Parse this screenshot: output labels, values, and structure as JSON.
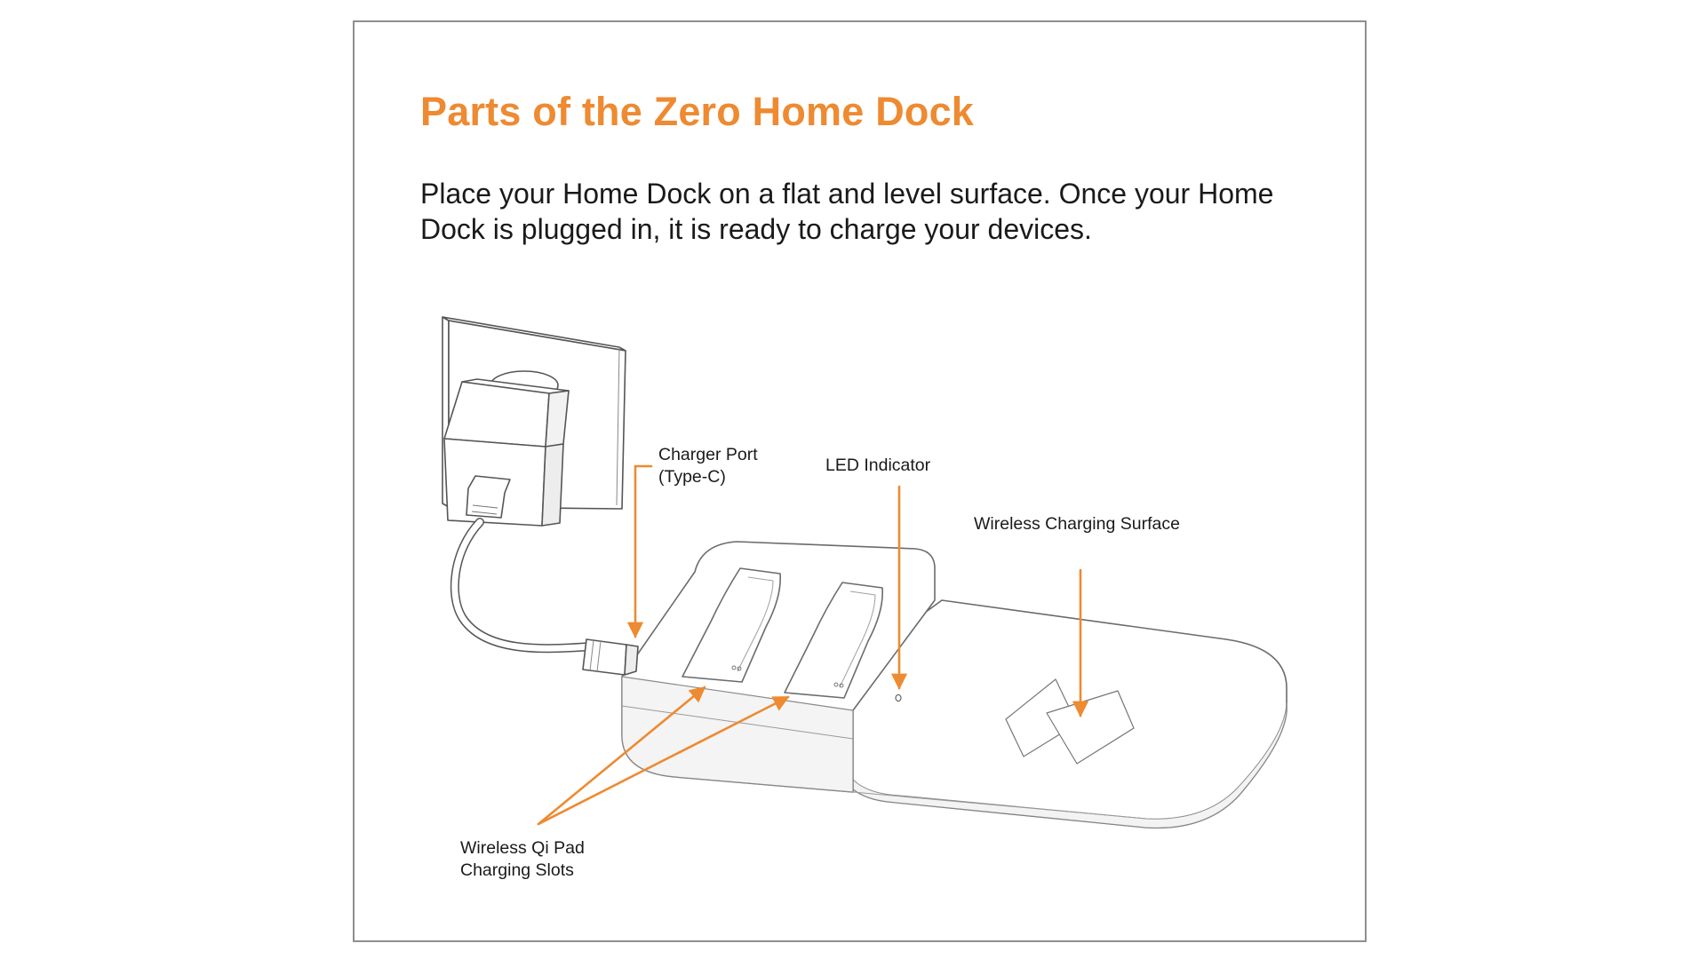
{
  "title": "Parts of the Zero Home Dock",
  "intro": {
    "line1": "Place your Home Dock on a flat and level surface.  Once your Home",
    "line2": "Dock is plugged in, it is ready to charge your devices."
  },
  "labels": {
    "charger_port": {
      "line1": "Charger Port",
      "line2": "(Type-C)"
    },
    "led_indicator": "LED Indicator",
    "wireless_surface": "Wireless Charging Surface",
    "qi_slots": {
      "line1": "Wireless Qi Pad",
      "line2": "Charging Slots"
    }
  },
  "colors": {
    "accent": "#ee8a31",
    "line_art": "#6b6b6b",
    "frame": "#8f8f8f"
  }
}
